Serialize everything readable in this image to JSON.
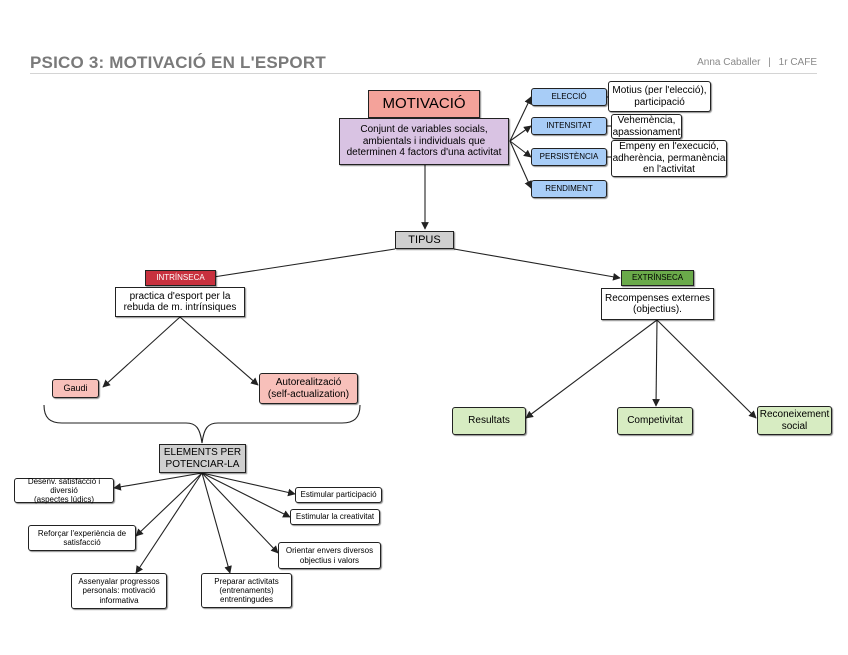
{
  "header": {
    "title": "PSICO 3: MOTIVACIÓ EN L'ESPORT",
    "author": "Anna Caballer",
    "separator": "|",
    "course": "1r CAFE"
  },
  "colors": {
    "motivacio_fill": "#f4a29a",
    "definition_fill": "#d9c3e3",
    "factor_fill": "#a8cdf7",
    "tipus_fill": "#cfcfcf",
    "intrinseca_fill": "#c8313e",
    "extrinseca_fill": "#6aaa4a",
    "pink_fill": "#f8c0ba",
    "green_fill": "#d7ecc2",
    "elements_fill": "#cfcfcf",
    "line": "#222222"
  },
  "top": {
    "motivacio": "MOTIVACIÓ",
    "definition": "Conjunt de variables socials,\nambientals i individuals que\ndeterminen 4 factors d'una activitat",
    "factors": [
      {
        "label": "ELECCIÓ",
        "description": "Motius (per l'elecció),\nparticipació"
      },
      {
        "label": "INTENSITAT",
        "description": "Vehemència,\napassionament"
      },
      {
        "label": "PERSISTÈNCIA",
        "description": "Empeny en l'execució,\nadherència, permanència\nen l'activitat"
      },
      {
        "label": "RENDIMENT",
        "description": ""
      }
    ]
  },
  "tipus": "TIPUS",
  "intrinseca": {
    "label": "INTRÍNSECA",
    "description": "practica d'esport per la\nrebuda de m. intrínsiques",
    "children": [
      "Gaudi",
      "Autorealització\n(self-actualization)"
    ]
  },
  "extrinseca": {
    "label": "EXTRÍNSECA",
    "description": "Recompenses externes\n(objectius).",
    "children": [
      "Resultats",
      "Competivitat",
      "Reconeixement\nsocial"
    ]
  },
  "elements": {
    "label": "ELEMENTS PER\nPOTENCIAR-LA",
    "items": [
      "Desenv. satisfacció i  diversió\n(aspectes lúdics)",
      "Reforçar l'experiència de\nsatisfacció",
      "Assenyalar progressos\npersonals: motivació\ninformativa",
      "Preparar activitats\n(entrenaments)\nentrentingudes",
      "Orientar envers diversos\nobjectius i valors",
      "Estimular la creativitat",
      "Estimular  participació"
    ]
  }
}
